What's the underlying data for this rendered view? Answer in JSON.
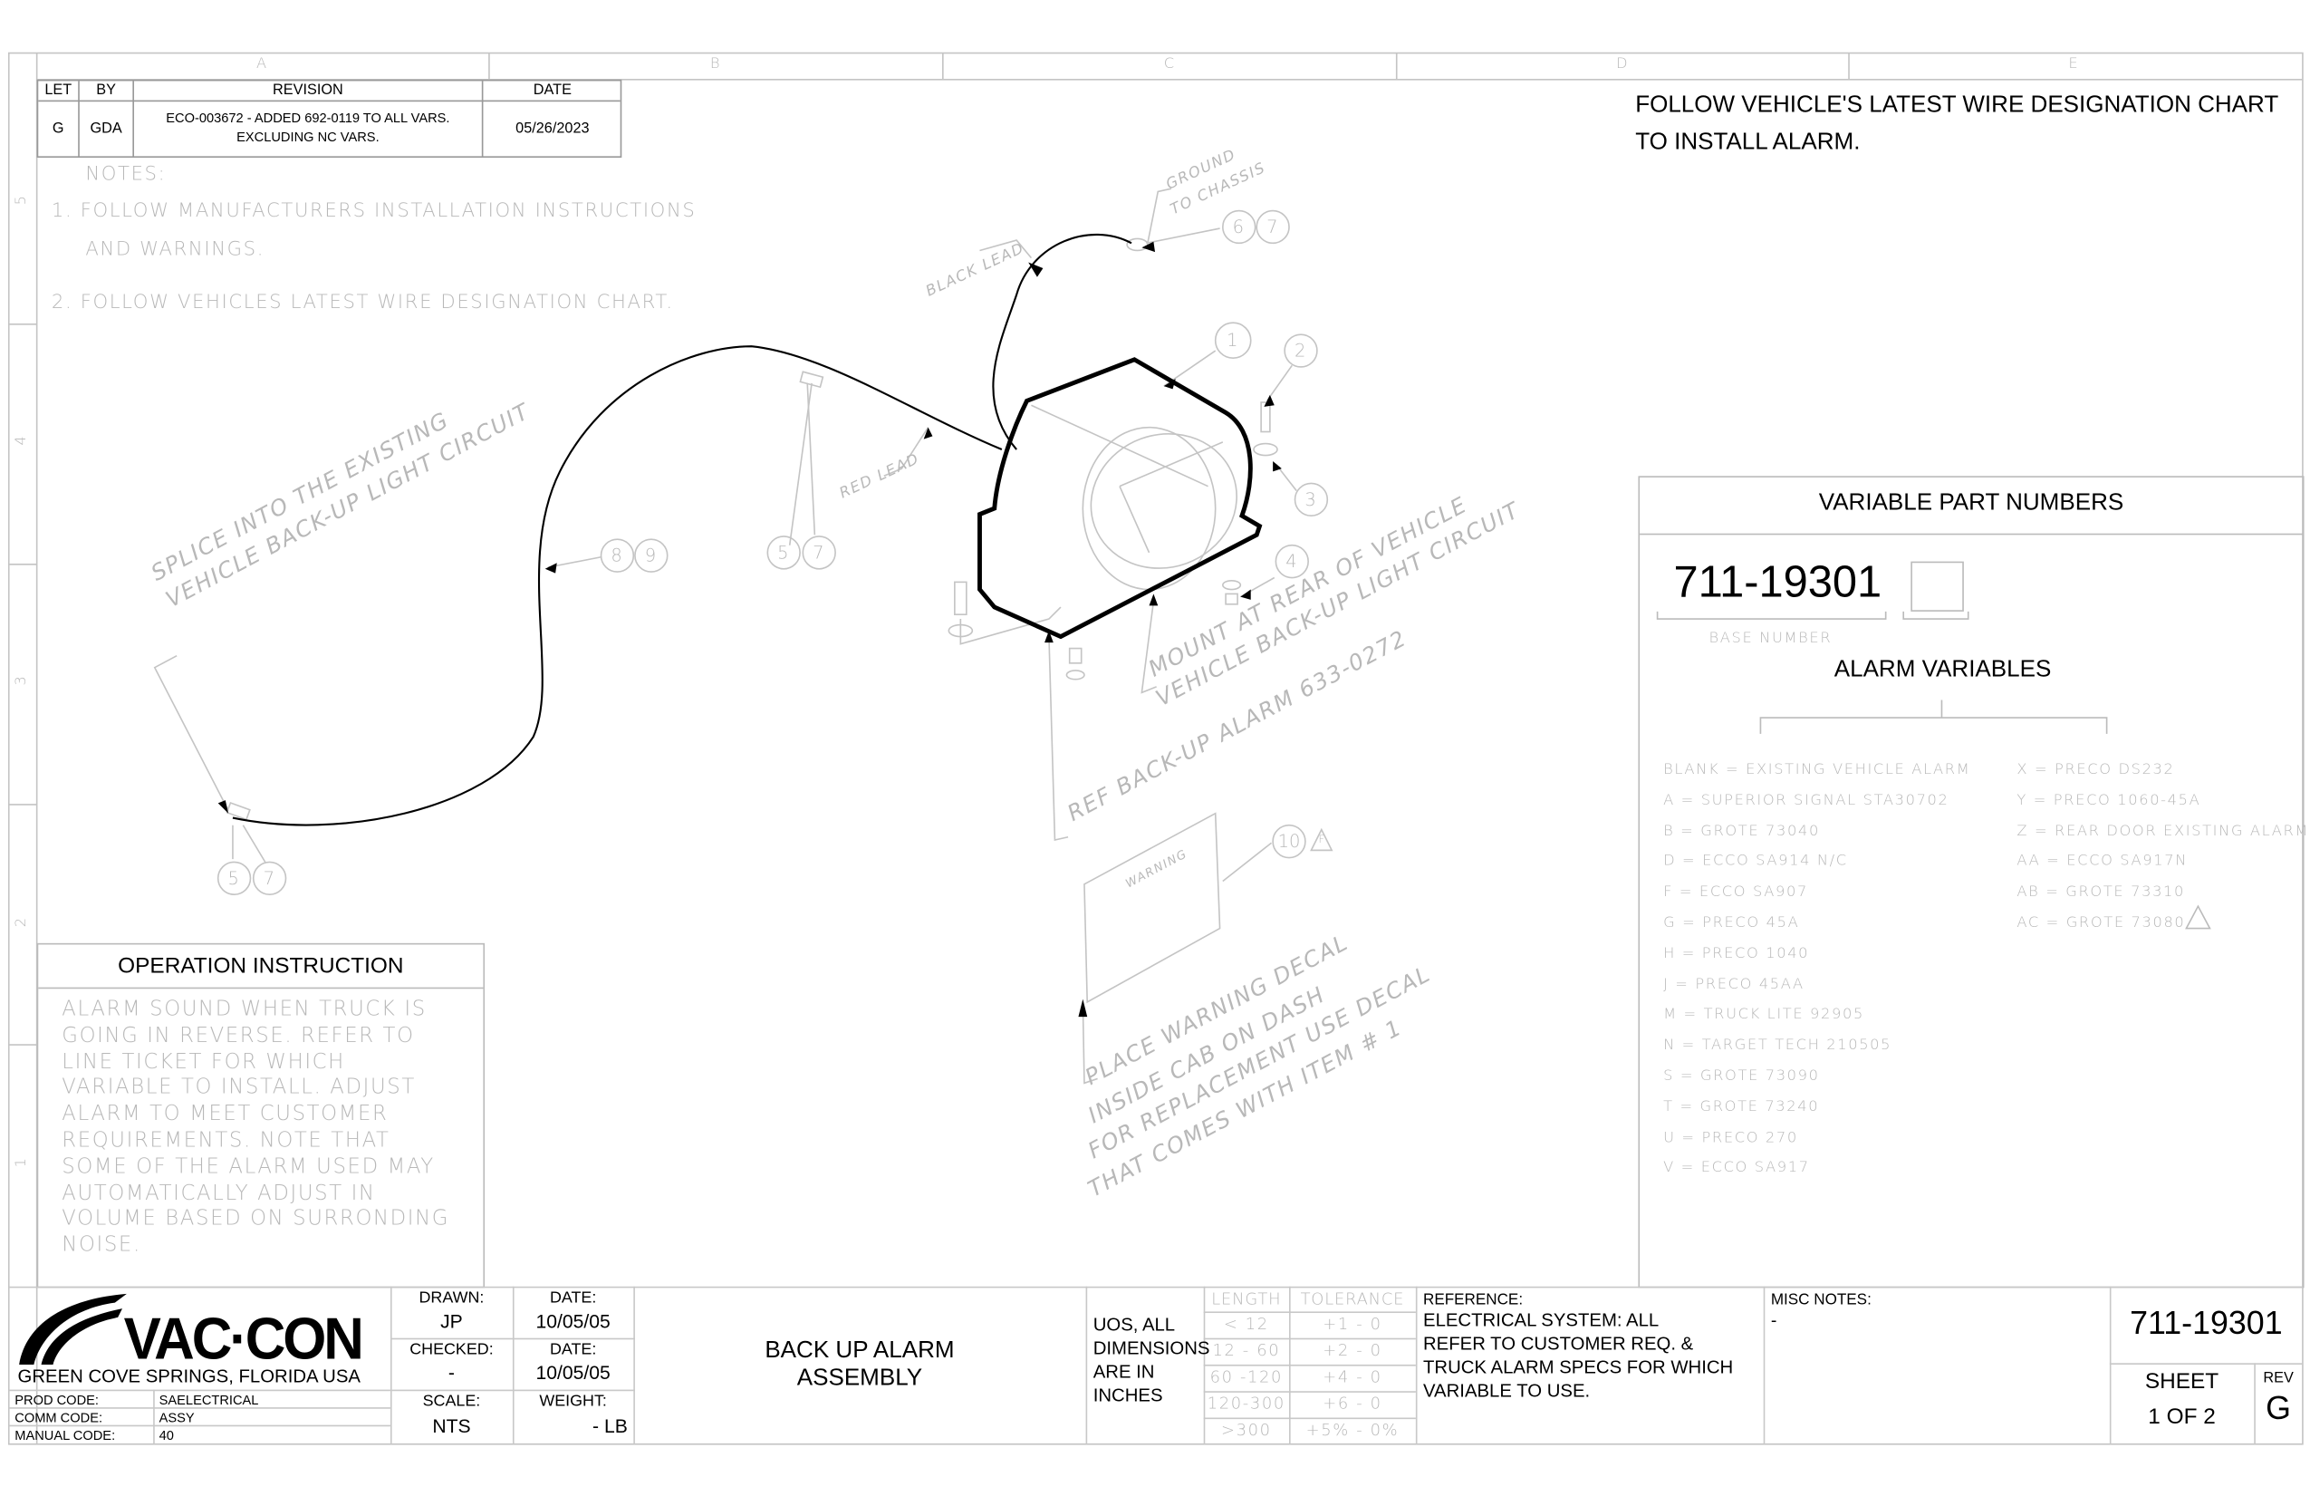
{
  "zones": {
    "columns": [
      "A",
      "B",
      "C",
      "D",
      "E"
    ],
    "rows": [
      "5",
      "4",
      "3",
      "2",
      "1"
    ]
  },
  "revision_table": {
    "headers": [
      "LET",
      "BY",
      "REVISION",
      "DATE"
    ],
    "rows": [
      {
        "let": "G",
        "by": "GDA",
        "revision_line1": "ECO-003672 - ADDED 692-0119 TO ALL VARS.",
        "revision_line2": "EXCLUDING NC VARS.",
        "date": "05/26/2023"
      }
    ]
  },
  "notes": {
    "title": "NOTES:",
    "items": [
      "1.  FOLLOW MANUFACTURERS INSTALLATION INSTRUCTIONS",
      "AND WARNINGS.",
      "2.  FOLLOW VEHICLES LATEST WIRE DESIGNATION CHART."
    ]
  },
  "top_note": {
    "line1": "FOLLOW VEHICLE'S LATEST WIRE DESIGNATION CHART",
    "line2": "TO INSTALL ALARM."
  },
  "drawing": {
    "labels": {
      "ground": "GROUND",
      "to_chassis": "TO CHASSIS",
      "black_lead": "BLACK LEAD",
      "red_lead": "RED LEAD",
      "splice1": "SPLICE INTO THE EXISTING",
      "splice2": "VEHICLE BACK-UP LIGHT CIRCUIT",
      "mount1": "MOUNT AT REAR OF VEHICLE",
      "mount2": "VEHICLE BACK-UP LIGHT CIRCUIT",
      "ref": "REF BACK-UP ALARM 633-0272",
      "warning": "WARNING",
      "decal1": "PLACE WARNING DECAL",
      "decal2": "INSIDE CAB ON DASH",
      "decal3": "FOR REPLACEMENT USE DECAL",
      "decal4": "THAT COMES WITH ITEM # 1"
    },
    "balloons": [
      "1",
      "2",
      "3",
      "4",
      "5",
      "7",
      "6",
      "7",
      "8",
      "9",
      "5",
      "7",
      "10"
    ],
    "rev_flag": "F"
  },
  "variables": {
    "title": "VARIABLE PART NUMBERS",
    "base_number": "711-19301",
    "base_label": "BASE NUMBER",
    "alarm_title": "ALARM VARIABLES",
    "left": [
      "BLANK = EXISTING VEHICLE ALARM",
      "A = SUPERIOR SIGNAL STA30702",
      "B = GROTE 73040",
      "D = ECCO SA914 N/C",
      "F = ECCO SA907",
      "G = PRECO 45A",
      "H = PRECO 1040",
      "J = PRECO 45AA",
      "M = TRUCK LITE 92905",
      "N = TARGET TECH 210505",
      "S = GROTE 73090",
      "T = GROTE 73240",
      "U = PRECO 270",
      "V = ECCO SA917"
    ],
    "right": [
      "X = PRECO DS232",
      "Y = PRECO 1060-45A",
      "Z = REAR DOOR EXISTING ALARM",
      "AA = ECCO SA917N",
      "AB = GROTE 73310",
      "AC = GROTE 73080"
    ]
  },
  "operation": {
    "title": "OPERATION INSTRUCTION",
    "lines": [
      "ALARM SOUND WHEN TRUCK IS",
      "GOING IN REVERSE. REFER TO",
      "LINE TICKET FOR WHICH",
      "VARIABLE TO INSTALL. ADJUST",
      "ALARM TO MEET CUSTOMER",
      "REQUIREMENTS. NOTE THAT",
      "SOME OF THE ALARM USED MAY",
      "AUTOMATICALLY ADJUST IN",
      "VOLUME BASED ON SURRONDING",
      "NOISE."
    ]
  },
  "title_block": {
    "logo": "VAC·CON",
    "location": "GREEN COVE SPRINGS, FLORIDA USA",
    "codes": [
      {
        "label": "PROD CODE:",
        "value": "SAELECTRICAL"
      },
      {
        "label": "COMM CODE:",
        "value": "ASSY"
      },
      {
        "label": "MANUAL CODE:",
        "value": "40"
      }
    ],
    "drawn_label": "DRAWN:",
    "drawn": "JP",
    "date_label": "DATE:",
    "drawn_date": "10/05/05",
    "checked_label": "CHECKED:",
    "checked": "-",
    "checked_date": "10/05/05",
    "scale_label": "SCALE:",
    "scale": "NTS",
    "weight_label": "WEIGHT:",
    "weight": "- LB",
    "title1": "BACK UP ALARM",
    "title2": "ASSEMBLY",
    "units": [
      "UOS, ALL",
      "DIMENSIONS",
      "ARE IN",
      "INCHES"
    ],
    "tolerance_headers": [
      "LENGTH",
      "TOLERANCE"
    ],
    "tolerances": [
      [
        "< 12",
        "+1 - 0"
      ],
      [
        "12 - 60",
        "+2 - 0"
      ],
      [
        "60 -120",
        "+4 - 0"
      ],
      [
        "120-300",
        "+6 - 0"
      ],
      [
        ">300",
        "+5% - 0%"
      ]
    ],
    "reference_label": "REFERENCE:",
    "reference": [
      "ELECTRICAL SYSTEM: ALL",
      "REFER TO CUSTOMER REQ. &",
      "TRUCK ALARM SPECS FOR WHICH",
      "VARIABLE TO USE."
    ],
    "misc_label": "MISC NOTES:",
    "misc": "-",
    "part_number": "711-19301",
    "sheet_label": "SHEET",
    "sheet": "1 OF 2",
    "rev_label": "REV",
    "rev": "G"
  }
}
